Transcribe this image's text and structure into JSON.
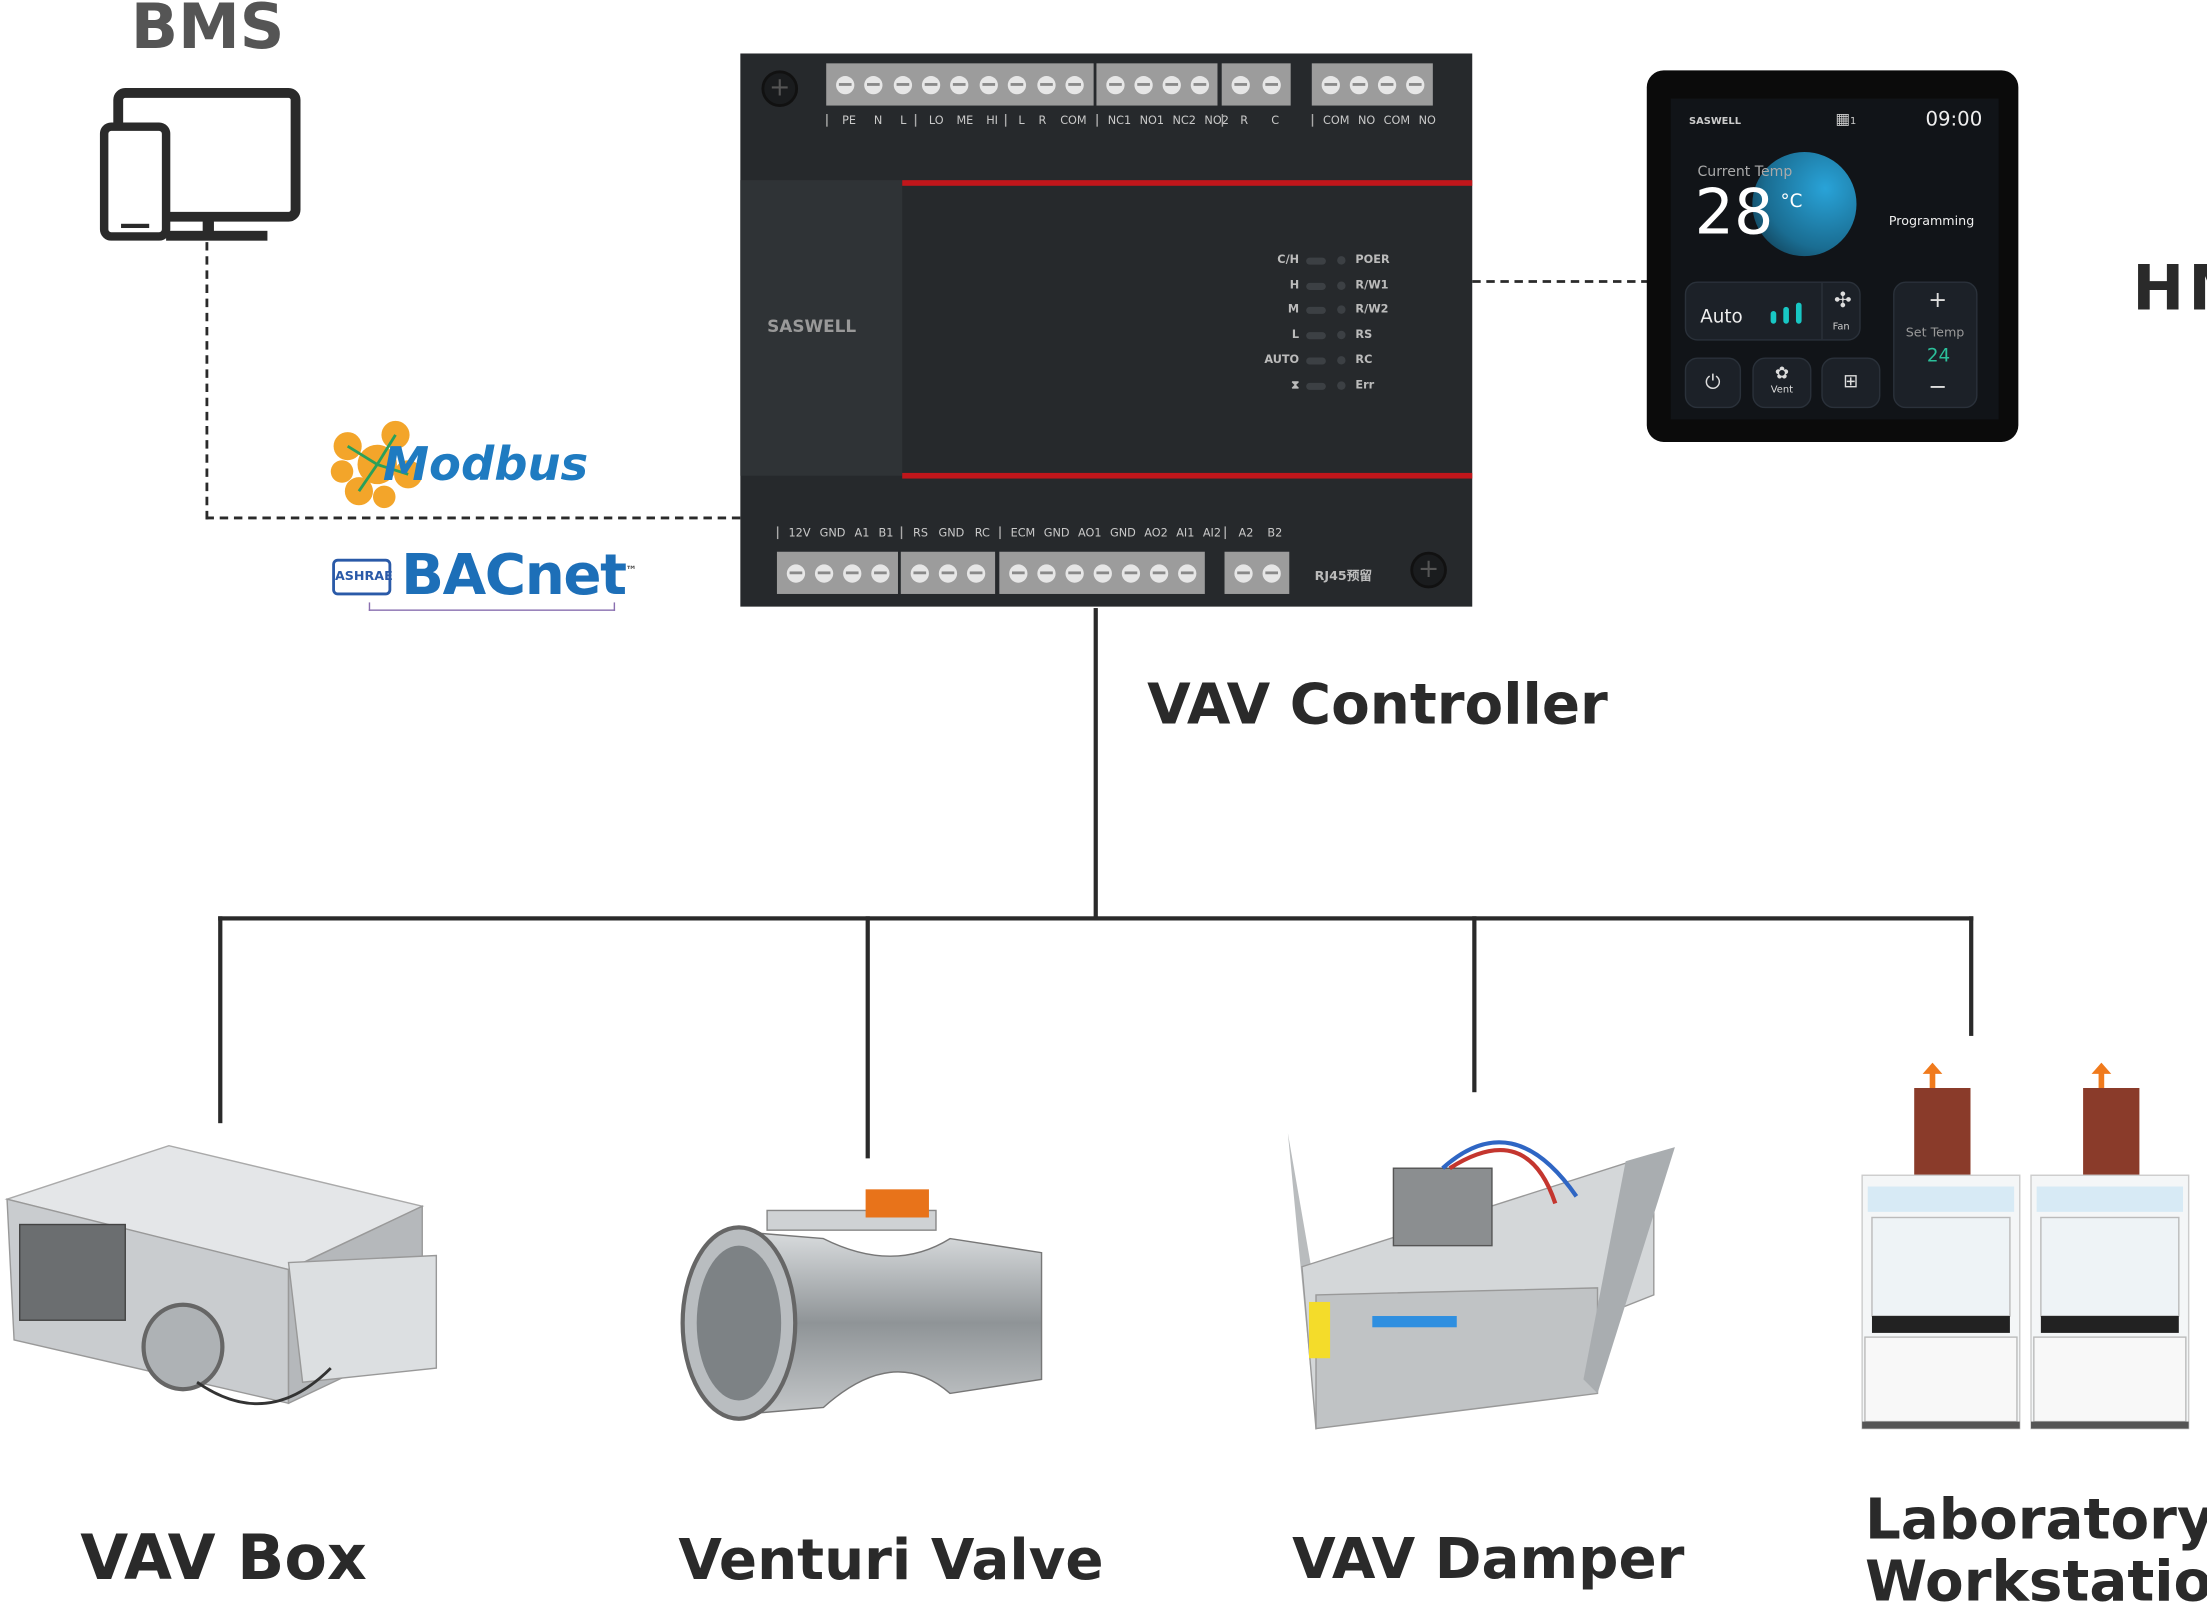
{
  "bms": {
    "title": "BMS",
    "icon": "computer-phone-icon"
  },
  "protocols": {
    "modbus": "Modbus",
    "bacnet": "BACnet",
    "bacnet_tm": "™",
    "ashrae": "ASHRAE"
  },
  "controller": {
    "title": "VAV Controller",
    "brand": "SASWELL",
    "top_groups": [
      [
        "PE",
        "N",
        "L"
      ],
      [
        "LO",
        "ME",
        "HI"
      ],
      [
        "L",
        "R",
        "COM"
      ],
      [
        "NC1",
        "NO1",
        "NC2",
        "NO2"
      ],
      [
        "R",
        "C"
      ],
      [
        "COM",
        "NO",
        "COM",
        "NO"
      ]
    ],
    "bottom_groups": [
      [
        "12V",
        "GND",
        "A1",
        "B1"
      ],
      [
        "RS",
        "GND",
        "RC"
      ],
      [
        "ECM",
        "GND",
        "AO1",
        "GND",
        "AO2",
        "AI1",
        "AI2"
      ],
      [
        "A2",
        "B2"
      ]
    ],
    "rj45": "RJ45预留",
    "leds_left": [
      "C/H",
      "H",
      "M",
      "L",
      "AUTO",
      "valve-icon"
    ],
    "leds_right": [
      "POER",
      "R/W1",
      "R/W2",
      "RS",
      "RC",
      "Err"
    ],
    "accent": "#c0161b"
  },
  "hmi": {
    "title": "HMI",
    "brand": "SASWELL",
    "schedule": "1",
    "time": "09:00",
    "current_label": "Current Temp",
    "current_temp": "28",
    "unit": "°C",
    "mode_status": "Programming",
    "fan_mode": "Auto",
    "fan_label": "Fan",
    "vent_label": "Vent",
    "set_label": "Set Temp",
    "set_temp": "24",
    "plus": "+",
    "minus": "−",
    "accent": "#18c7c4"
  },
  "devices": [
    {
      "label": "VAV Box"
    },
    {
      "label": "Venturi Valve"
    },
    {
      "label": "VAV Damper"
    },
    {
      "label": "Laboratory",
      "label2": "Workstation"
    }
  ]
}
